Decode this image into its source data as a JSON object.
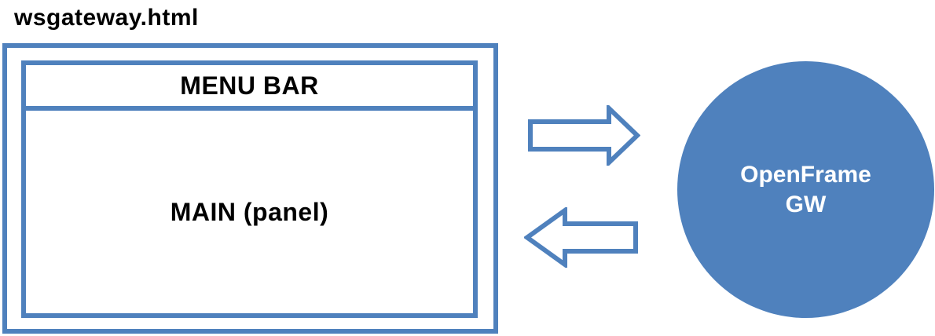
{
  "diagram": {
    "title": "wsgateway.html",
    "window": {
      "menu_bar_label": "MENU BAR",
      "main_label": "MAIN (panel)"
    },
    "gateway": {
      "line1": "OpenFrame",
      "line2": "GW"
    },
    "arrows": {
      "request": "right-block-arrow",
      "response": "left-block-arrow"
    },
    "colors": {
      "accent_blue": "#4F81BD",
      "text": "#000000",
      "circle_text": "#FFFFFF",
      "background": "#FFFFFF"
    }
  }
}
